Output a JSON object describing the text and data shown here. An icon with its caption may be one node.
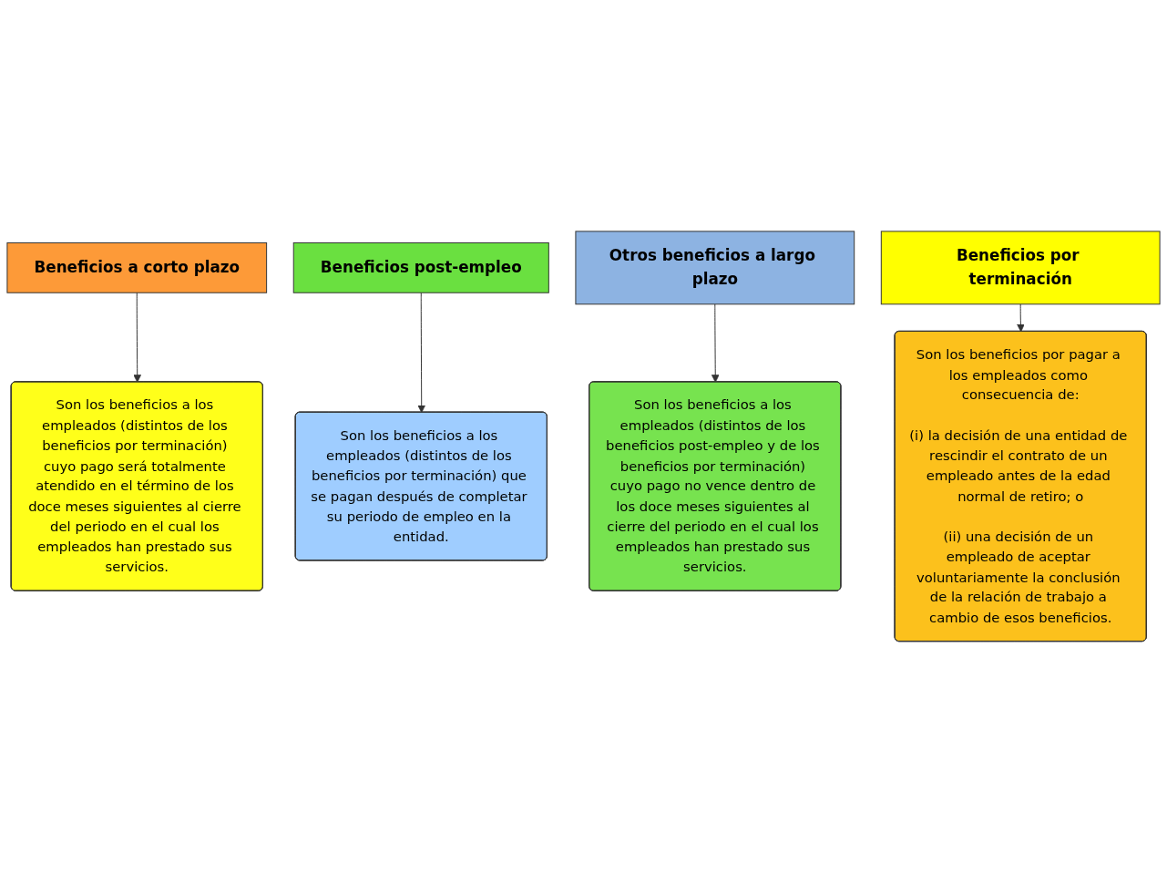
{
  "diagram": {
    "nodes": [
      {
        "text": [
          "Beneficios a corto plazo"
        ]
      },
      {
        "text": [
          "Son los beneficios a los empleados (distintos de los beneficios por terminación) cuyo pago será totalmente atendido en el término de los doce meses siguientes al cierre del periodo en el cual los empleados han prestado sus servicios."
        ]
      },
      {
        "text": [
          "Beneficios post-empleo"
        ]
      },
      {
        "text": [
          "Son los beneficios a los empleados (distintos de los beneficios por terminación) que se pagan después de completar su periodo de empleo en la entidad."
        ]
      },
      {
        "text": [
          "Otros beneficios a largo plazo"
        ]
      },
      {
        "text": [
          "Son los beneficios a los empleados (distintos de los beneficios post-empleo y de los beneficios por terminación) cuyo pago no vence dentro de los doce meses siguientes al cierre del periodo en el cual los empleados han prestado sus servicios."
        ]
      },
      {
        "text": [
          "Beneficios por terminación"
        ]
      },
      {
        "text": [
          "Son los beneficios por pagar a los empleados como consecuencia de:",
          "(i) la decisión de una entidad de rescindir el contrato de un empleado antes de la edad normal de retiro; o",
          "(ii) una decisión de un empleado de aceptar voluntariamente la conclusión de la relación de trabajo a cambio de esos beneficios."
        ]
      }
    ],
    "edges": [
      {
        "from": 0,
        "to": 1,
        "arrow": "to"
      },
      {
        "from": 2,
        "to": 3,
        "arrow": "to"
      },
      {
        "from": 4,
        "to": 5,
        "arrow": "to"
      },
      {
        "from": 6,
        "to": 7,
        "arrow": "to"
      }
    ]
  }
}
